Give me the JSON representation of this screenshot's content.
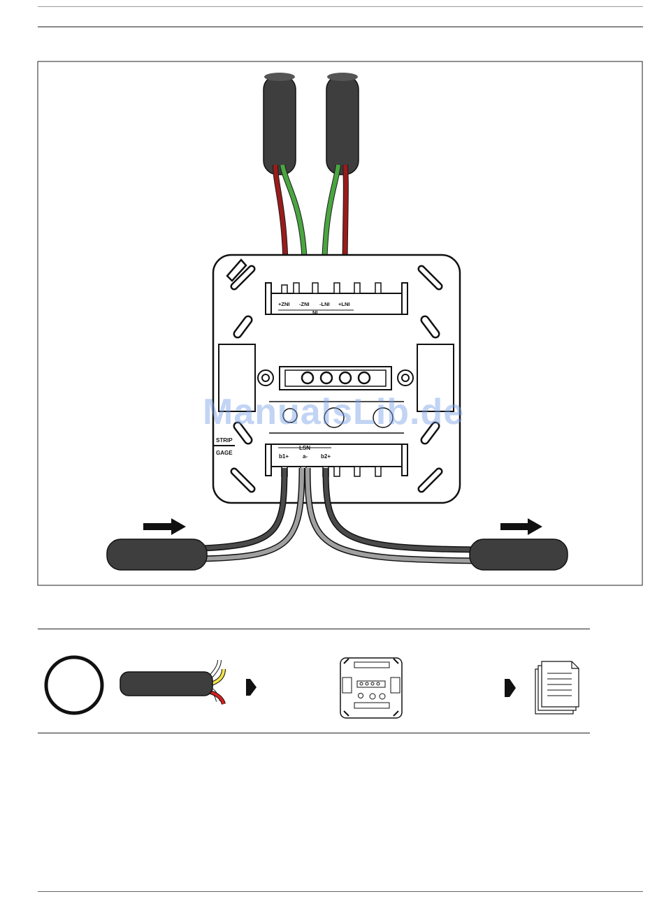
{
  "terminals_top": {
    "t1": "+ZNI",
    "t2": "-ZNI",
    "t3": "-LNI",
    "t4": "+LNI",
    "group": "NI"
  },
  "terminals_bottom": {
    "group": "LSN",
    "b1": "b1+",
    "a": "a-",
    "b2": "b2+"
  },
  "strip_label": "STRIP",
  "gage_label": "GAGE",
  "watermark": "ManualsLib.de",
  "colors": {
    "wire_red": "#9b1b1b",
    "wire_green": "#4aa640",
    "wire_dark_gray": "#4a4a4a",
    "wire_light_gray": "#a0a0a0",
    "cable_sheath": "#3e3e3e",
    "yellow": "#f2e24a",
    "red": "#d42020"
  }
}
